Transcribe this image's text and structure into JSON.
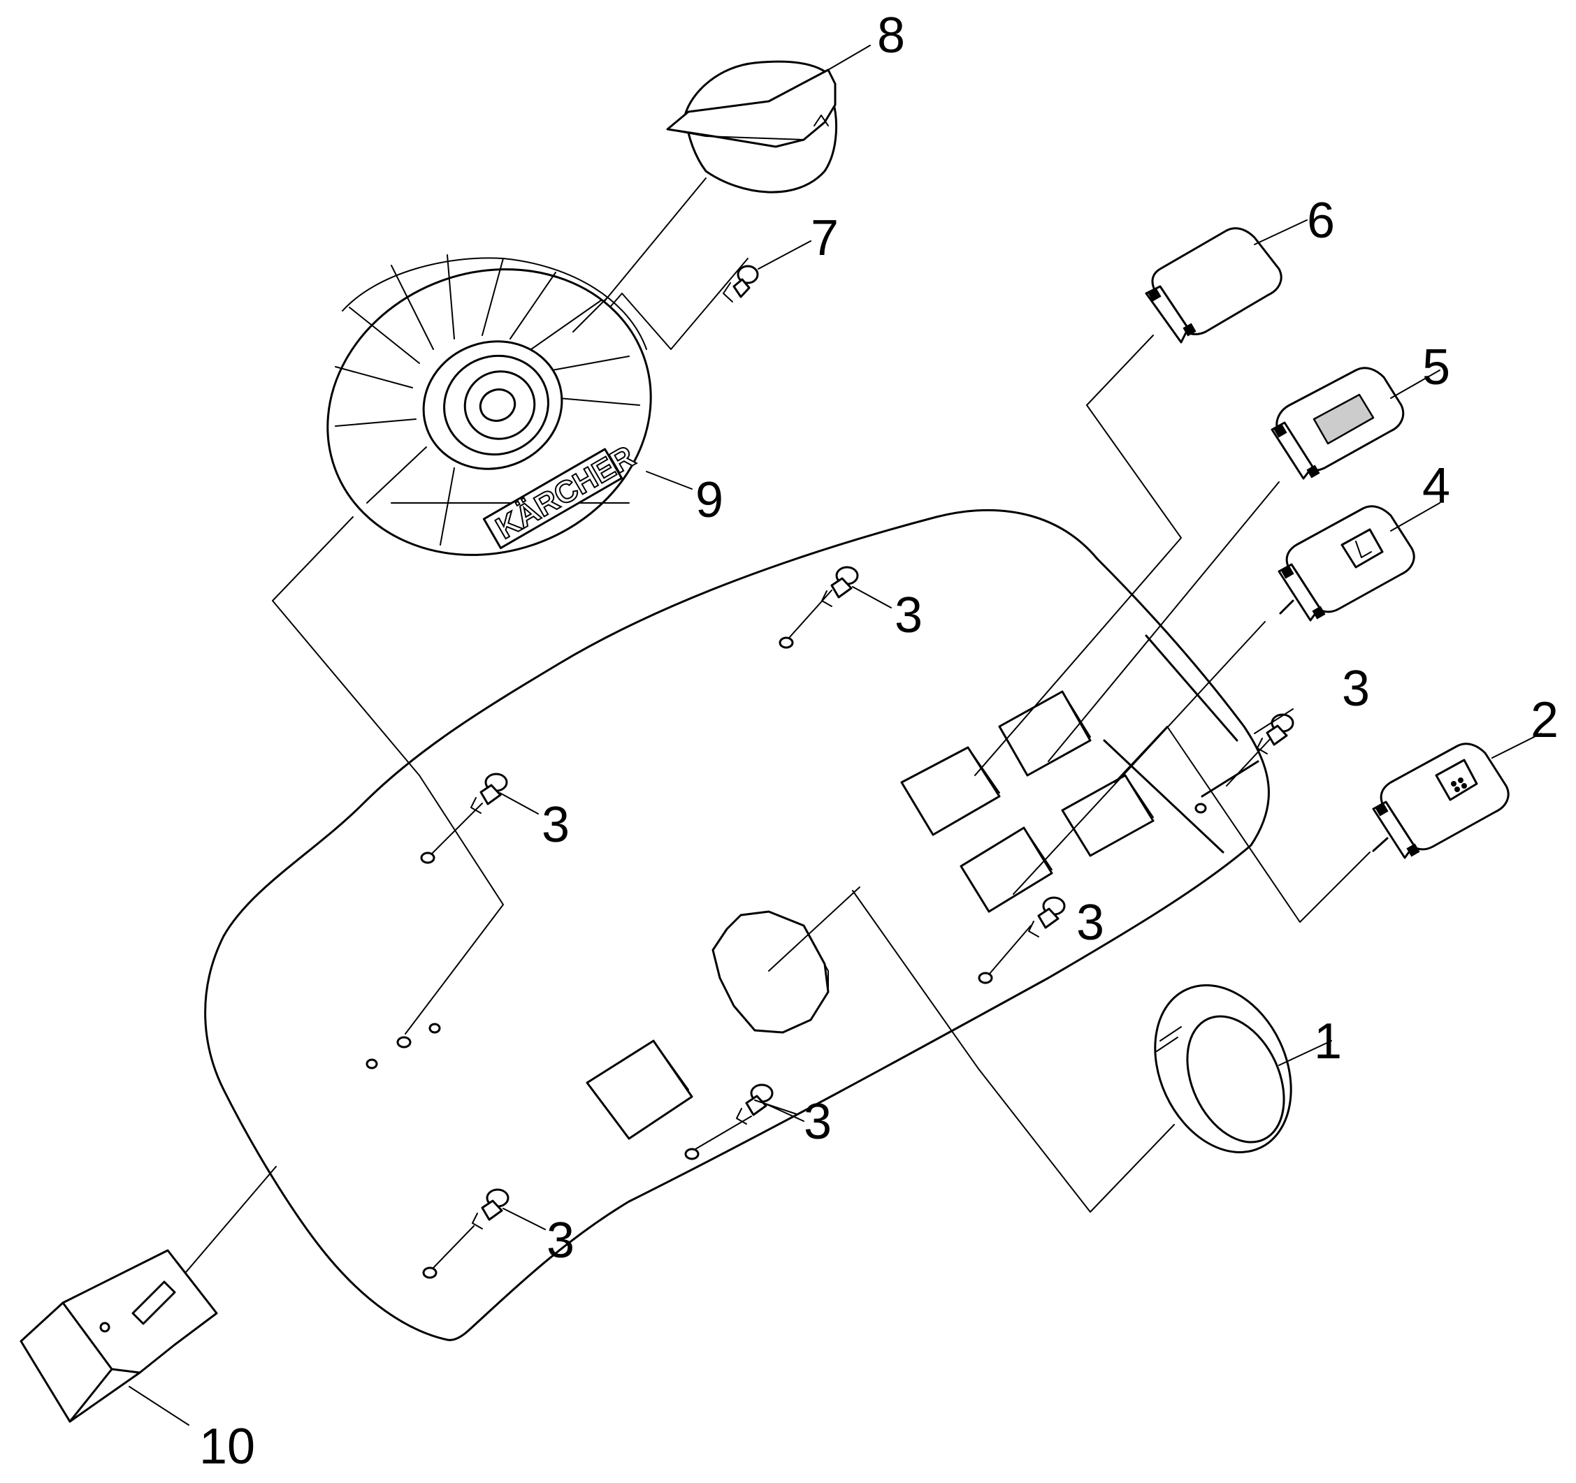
{
  "callouts": {
    "p1": "1",
    "p2": "2",
    "p3": "3",
    "p4": "4",
    "p5": "5",
    "p6": "6",
    "p7": "7",
    "p8": "8",
    "p9": "9",
    "p10": "10"
  },
  "logo": "KÄRCHER",
  "colors": {
    "line": "#000000",
    "background": "#ffffff",
    "display": "#cccccc"
  },
  "icons": {
    "p2": "pump-switch-icon",
    "p4": "horn-icon",
    "p5": "display-icon",
    "p6": "blank-cover-icon"
  }
}
